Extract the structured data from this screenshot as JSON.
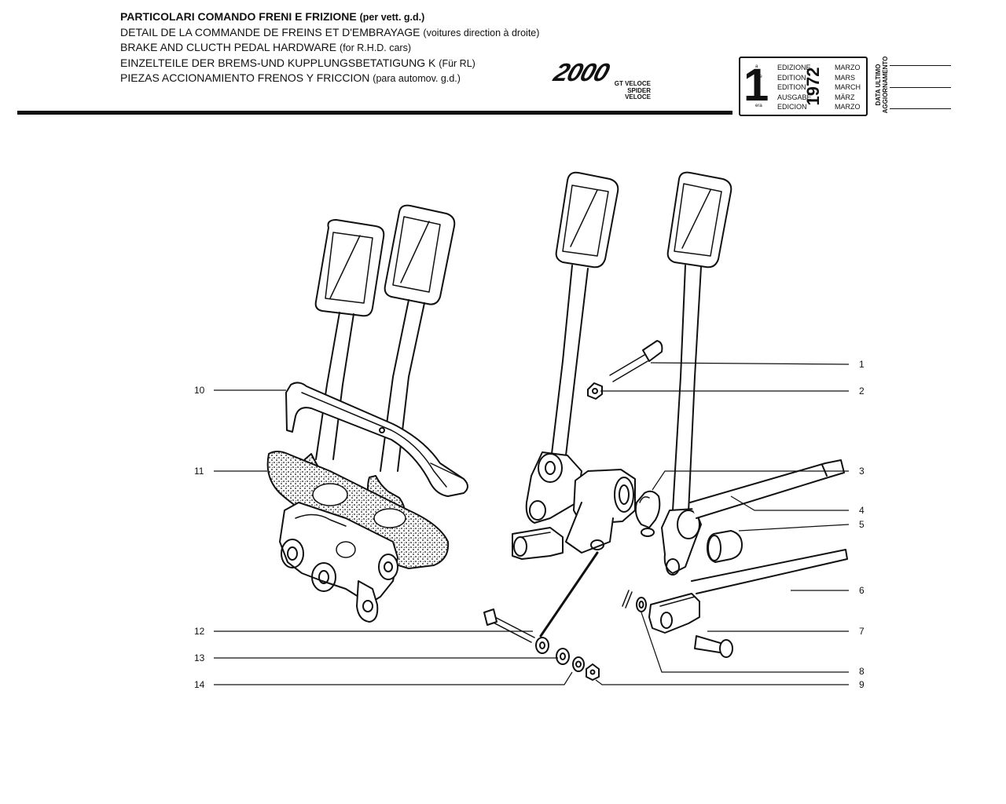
{
  "header": {
    "lines": [
      {
        "main": "PARTICOLARI COMANDO FRENI E FRIZIONE",
        "sub": "(per vett. g.d.)"
      },
      {
        "main": "DETAIL DE LA COMMANDE DE FREINS ET D'EMBRAYAGE",
        "sub": "(voitures direction à droite)"
      },
      {
        "main": "BRAKE AND CLUCTH PEDAL HARDWARE",
        "sub": "(for R.H.D. cars)"
      },
      {
        "main": "EINZELTEILE DER BREMS-UND KUPPLUNGSBETATIGUNG K",
        "sub": "(Für RL)"
      },
      {
        "main": "PIEZAS ACCIONAMIENTO FRENOS Y FRICCION",
        "sub": "(para automov. g.d.)"
      }
    ]
  },
  "logo": {
    "main": "2000",
    "sub1": "GT VELOCE",
    "sub2": "SPIDER VELOCE"
  },
  "edition": {
    "number": "1",
    "suffixes": [
      "a",
      "ère",
      "st",
      ".",
      "era"
    ],
    "labels": [
      "EDIZIONE",
      "EDITION",
      "EDITION",
      "AUSGABE",
      "EDICION"
    ],
    "year": "1972",
    "months": [
      "MARZO",
      "MARS",
      "MARCH",
      "MÄRZ",
      "MARZO"
    ]
  },
  "update": {
    "label1": "DATA ULTIMO",
    "label2": "AGGIORNAMENTO"
  },
  "callouts": {
    "left": [
      "10",
      "11",
      "12",
      "13",
      "14"
    ],
    "right": [
      "1",
      "2",
      "3",
      "4",
      "5",
      "6",
      "7",
      "8",
      "9"
    ]
  }
}
